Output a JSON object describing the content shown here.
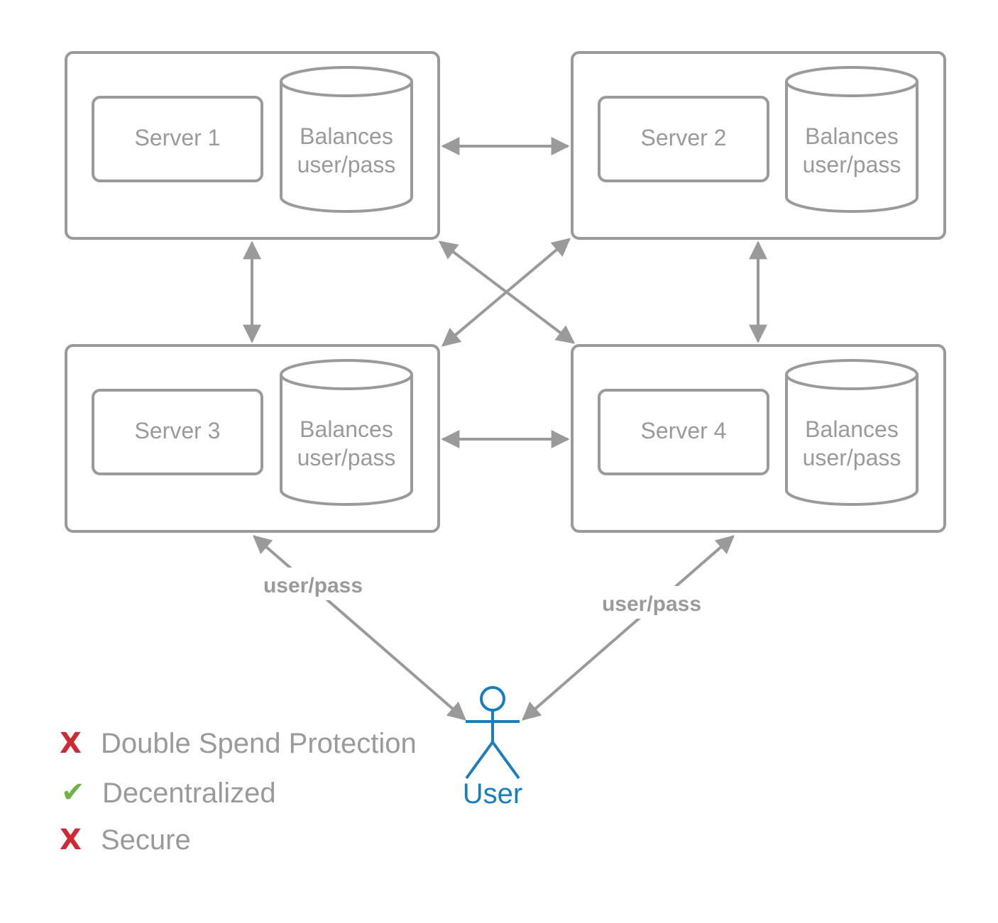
{
  "servers": [
    {
      "name": "Server 1",
      "db_line1": "Balances",
      "db_line2": "user/pass"
    },
    {
      "name": "Server 2",
      "db_line1": "Balances",
      "db_line2": "user/pass"
    },
    {
      "name": "Server 3",
      "db_line1": "Balances",
      "db_line2": "user/pass"
    },
    {
      "name": "Server 4",
      "db_line1": "Balances",
      "db_line2": "user/pass"
    }
  ],
  "edge_labels": {
    "left": "user/pass",
    "right": "user/pass"
  },
  "user": {
    "label": "User"
  },
  "legend": [
    {
      "mark": "X",
      "status": "no",
      "text": "Double Spend Protection"
    },
    {
      "mark": "✔",
      "status": "yes",
      "text": "Decentralized"
    },
    {
      "mark": "X",
      "status": "no",
      "text": "Secure"
    }
  ],
  "colors": {
    "line": "#9a9a9a",
    "user": "#1a7dbd",
    "no": "#cc2b35",
    "yes": "#72b244"
  }
}
